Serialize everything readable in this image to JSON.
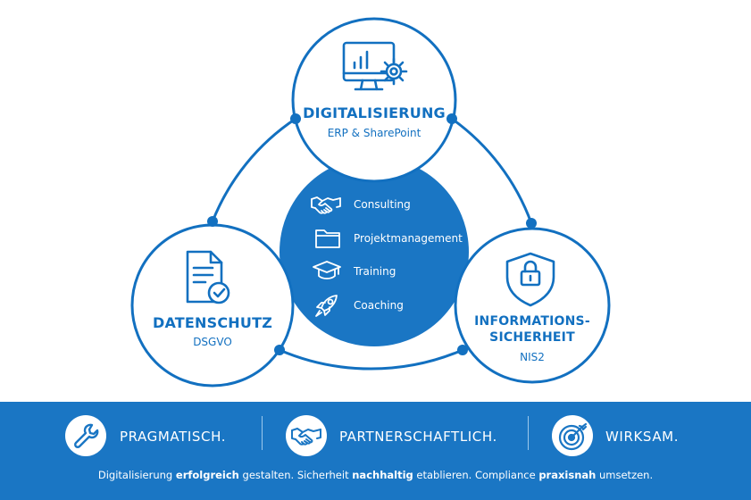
{
  "nodes": {
    "top": {
      "title": "DIGITALISIERUNG",
      "subtitle": "ERP & SharePoint"
    },
    "left": {
      "title": "DATENSCHUTZ",
      "subtitle": "DSGVO"
    },
    "right": {
      "title_line1": "INFORMATIONS-",
      "title_line2": "SICHERHEIT",
      "subtitle": "NIS2"
    }
  },
  "services": [
    {
      "label": "Consulting",
      "icon": "handshake-icon"
    },
    {
      "label": "Projektmanagement",
      "icon": "folder-icon"
    },
    {
      "label": "Training",
      "icon": "graduation-cap-icon"
    },
    {
      "label": "Coaching",
      "icon": "rocket-icon"
    }
  ],
  "values": [
    {
      "label": "PRAGMATISCH.",
      "icon": "wrench-icon"
    },
    {
      "label": "PARTNERSCHAFTLICH.",
      "icon": "handshake-icon"
    },
    {
      "label": "WIRKSAM.",
      "icon": "target-icon"
    }
  ],
  "tagline": {
    "p1": "Digitalisierung ",
    "b1": "erfolgreich",
    "p2": " gestalten. Sicherheit ",
    "b2": "nachhaltig",
    "p3": " etablieren. Compliance ",
    "b3": "praxisnah",
    "p4": " umsetzen."
  },
  "colors": {
    "primary": "#1270c0",
    "footer": "#1a76c4",
    "white": "#ffffff"
  }
}
